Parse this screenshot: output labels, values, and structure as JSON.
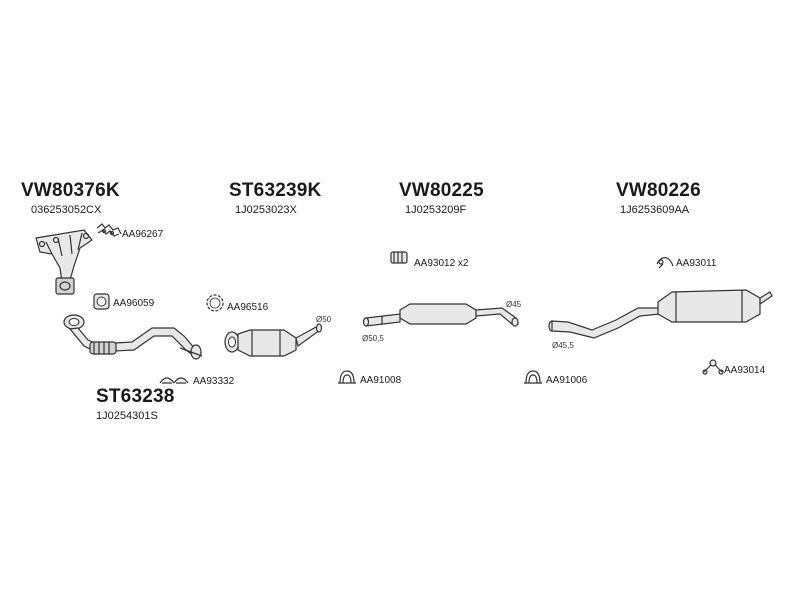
{
  "groups": [
    {
      "code": "VW80376K",
      "oem": "036253052CX"
    },
    {
      "code": "ST63239K",
      "oem": "1J0253023X"
    },
    {
      "code": "VW80225",
      "oem": "1J0253209F"
    },
    {
      "code": "VW80226",
      "oem": "1J6253609AA"
    },
    {
      "code": "ST63238",
      "oem": "1J0254301S"
    }
  ],
  "accessories": {
    "gasket_manifold": "AA96267",
    "gasket_square": "AA96059",
    "gasket_ring": "AA96516",
    "clamp_front": "AA93332",
    "hanger_mid": "AA93012 x2",
    "clamp_mid": "AA91008",
    "clamp_rear": "AA91006",
    "hanger_rear_top": "AA93011",
    "hanger_rear_bottom": "AA93014"
  },
  "dimensions": {
    "cat_outlet": "Ø50",
    "mid_inlet": "Ø50,5",
    "mid_outlet": "Ø45",
    "rear_inlet": "Ø45,5"
  }
}
